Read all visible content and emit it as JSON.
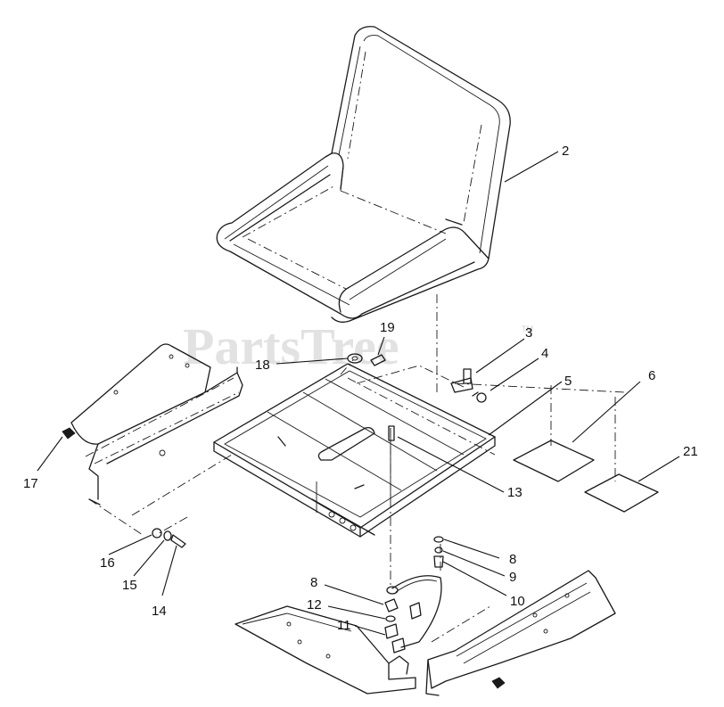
{
  "watermark": {
    "text": "PartsTree",
    "tm": "TM"
  },
  "callouts": [
    {
      "id": "2",
      "label": "2"
    },
    {
      "id": "3",
      "label": "3"
    },
    {
      "id": "4",
      "label": "4"
    },
    {
      "id": "5",
      "label": "5"
    },
    {
      "id": "6",
      "label": "6"
    },
    {
      "id": "21",
      "label": "21"
    },
    {
      "id": "19",
      "label": "19"
    },
    {
      "id": "18",
      "label": "18"
    },
    {
      "id": "13",
      "label": "13"
    },
    {
      "id": "17",
      "label": "17"
    },
    {
      "id": "16",
      "label": "16"
    },
    {
      "id": "15",
      "label": "15"
    },
    {
      "id": "14",
      "label": "14"
    },
    {
      "id": "8a",
      "label": "8"
    },
    {
      "id": "9",
      "label": "9"
    },
    {
      "id": "10",
      "label": "10"
    },
    {
      "id": "8b",
      "label": "8"
    },
    {
      "id": "12",
      "label": "12"
    },
    {
      "id": "11",
      "label": "11"
    }
  ]
}
